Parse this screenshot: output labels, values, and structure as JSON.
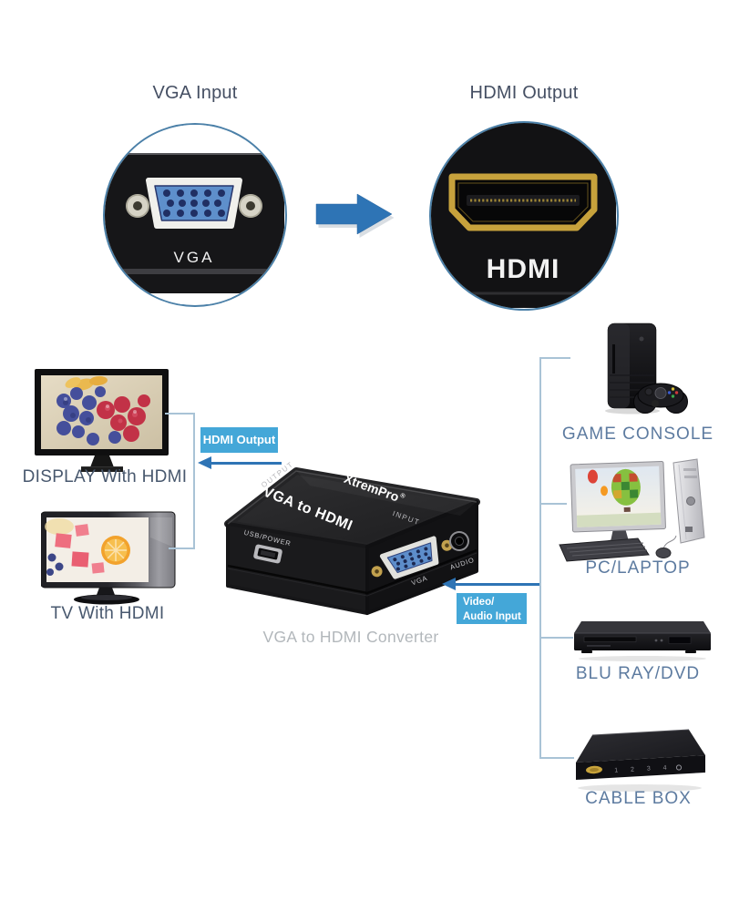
{
  "colors": {
    "accent_blue": "#2e74b5",
    "callout_bg": "#44a7d8",
    "bracket_line": "#a9c3d6",
    "ring_blue": "#4b80a8",
    "heading_text": "#454f63",
    "left_label": "#48586e",
    "device_label": "#5d7ba0",
    "caption_gray": "#b2b7bb"
  },
  "top_section": {
    "vga_heading": "VGA Input",
    "hdmi_heading": "HDMI Output",
    "vga_port_label": "VGA",
    "hdmi_port_label": "HDMI"
  },
  "left_devices": {
    "display_label": "DISPLAY With HDMI",
    "tv_label": "TV With HDMI"
  },
  "converter": {
    "brand": "XtremPro",
    "brand_reg": "®",
    "top_text": "VGA to HDMI",
    "output_port_label": "OUTPUT",
    "input_port_label": "INPUT",
    "usb_label": "USB/POWER",
    "vga_label": "VGA",
    "audio_label": "AUDIO",
    "caption": "VGA to HDMI Converter"
  },
  "callouts": {
    "hdmi_output": "HDMI Output",
    "video_audio_line1": "Video/",
    "video_audio_line2": "Audio Input"
  },
  "right_devices": {
    "game_console": "GAME CONSOLE",
    "pc_laptop": "PC/LAPTOP",
    "blu_ray": "BLU RAY/DVD",
    "cable_box": "CABLE BOX",
    "cable_box_digits": "1 2 3 4"
  }
}
